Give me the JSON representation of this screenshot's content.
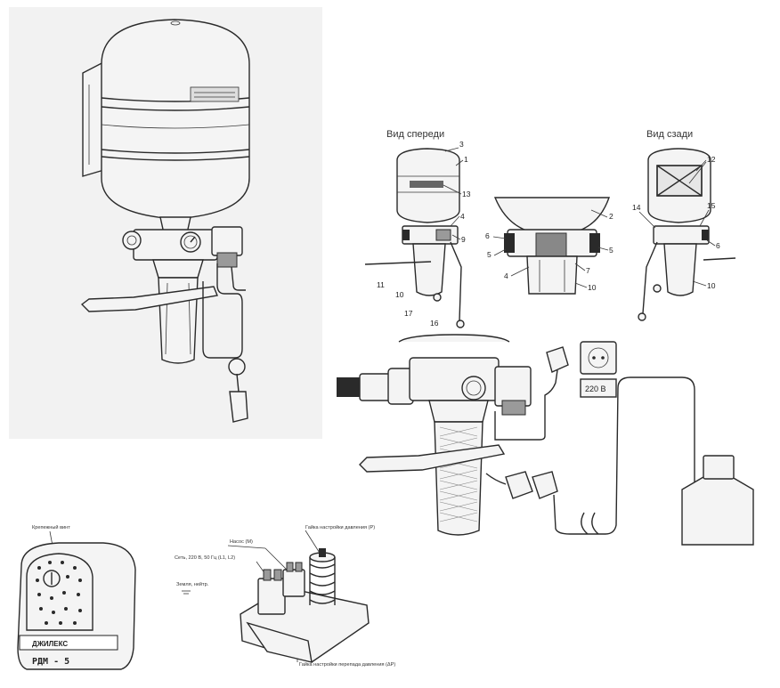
{
  "views": {
    "front_title": "Вид спереди",
    "rear_title": "Вид сзади"
  },
  "labels_front": [
    "3",
    "1",
    "13",
    "4",
    "9",
    "11",
    "10",
    "17",
    "16"
  ],
  "labels_section": [
    "2",
    "6",
    "5",
    "5",
    "4",
    "7",
    "10"
  ],
  "labels_rear": [
    "12",
    "14",
    "15",
    "6",
    "10"
  ],
  "socket": {
    "voltage": "220 В"
  },
  "pressure_switch": {
    "brand": "ДЖИЛЕКС",
    "model": "РДМ - 5",
    "label_cover_screw": "Крепежный винт",
    "label_pump": "Насос (М)",
    "label_network": "Сеть, 220 В, 50 Гц (L1, L2)",
    "label_ground": "Земля, нейтр.",
    "label_nut_p": "Гайка настройки давления (Р)",
    "label_nut_dp": "Гайка настройки перепада давления (ΔР)"
  }
}
